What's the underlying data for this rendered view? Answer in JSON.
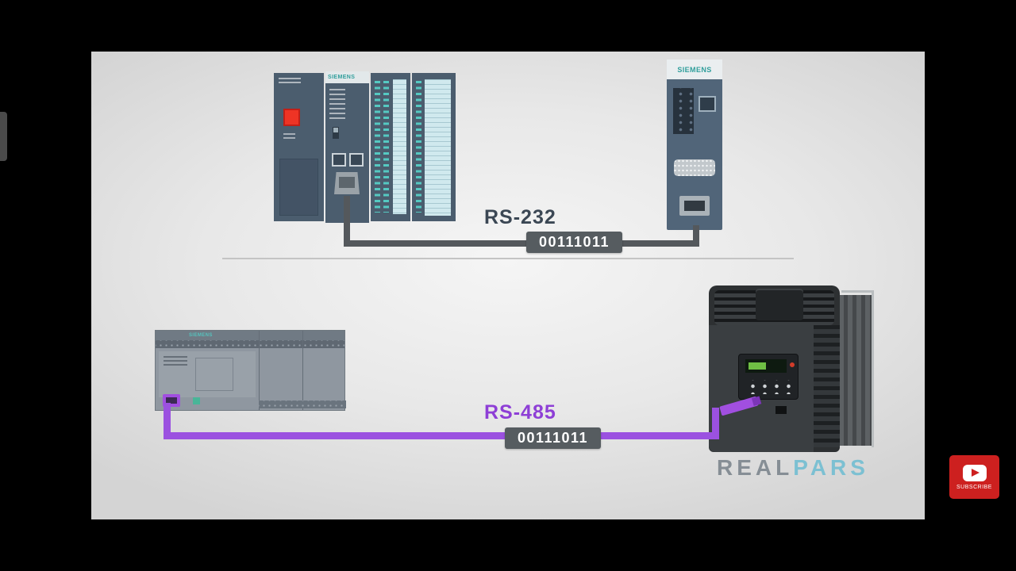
{
  "diagram": {
    "top": {
      "protocol_label": "RS-232",
      "data_label": "00111011",
      "cable_color": "#54585c",
      "label_color": "#3b4754"
    },
    "bottom": {
      "protocol_label": "RS-485",
      "data_label": "00111011",
      "cable_color": "#9b51e0",
      "label_color": "#8e3fd6"
    }
  },
  "devices": {
    "plc_rack": {
      "brand": "SIEMENS"
    },
    "comm_module": {
      "brand": "SIEMENS"
    },
    "compact_plc": {
      "brand": "SIEMENS"
    }
  },
  "watermark": {
    "real": "REAL",
    "pars": "PARS"
  },
  "subscribe": {
    "label": "SUBSCRIBE",
    "color": "#cd201f"
  },
  "colors": {
    "siemens_teal": "#2f9e9b",
    "databox_bg": "#565c60",
    "canvas_bg": "#e9e9e9",
    "frame_bg": "#000000"
  }
}
